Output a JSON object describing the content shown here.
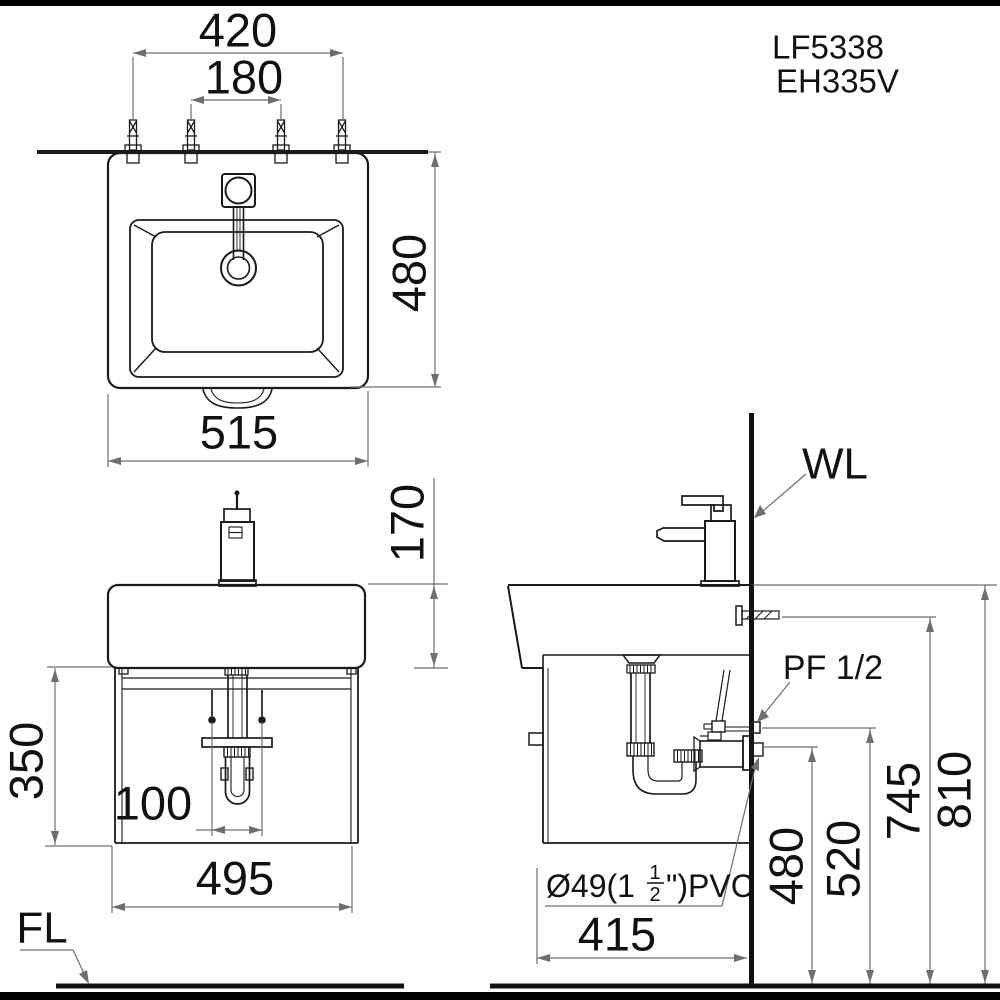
{
  "product_codes": {
    "primary": "LF5338",
    "secondary": "EH335V"
  },
  "annotations": {
    "wall_line_label": "WL",
    "floor_line_label": "FL",
    "supply_fitting_label": "PF 1/2",
    "drain_pipe_label_prefix": "Ø49(1",
    "drain_pipe_fraction_numerator": "1",
    "drain_pipe_fraction_denominator": "2",
    "drain_pipe_label_suffix": "\")PVC"
  },
  "top_view": {
    "dim_mount_bolt_spacing": "420",
    "dim_faucet_hole_spacing": "180",
    "dim_overall_depth": "480",
    "dim_overall_width": "515"
  },
  "front_view": {
    "dim_faucet_height": "170",
    "dim_cabinet_height": "350",
    "dim_drain_offset": "100",
    "dim_cabinet_width": "495"
  },
  "side_view": {
    "dim_drain_outlet_height": "480",
    "dim_supply_height": "520",
    "dim_hanger_bolt_height": "745",
    "dim_rim_height": "810",
    "dim_depth_to_wall": "415"
  }
}
